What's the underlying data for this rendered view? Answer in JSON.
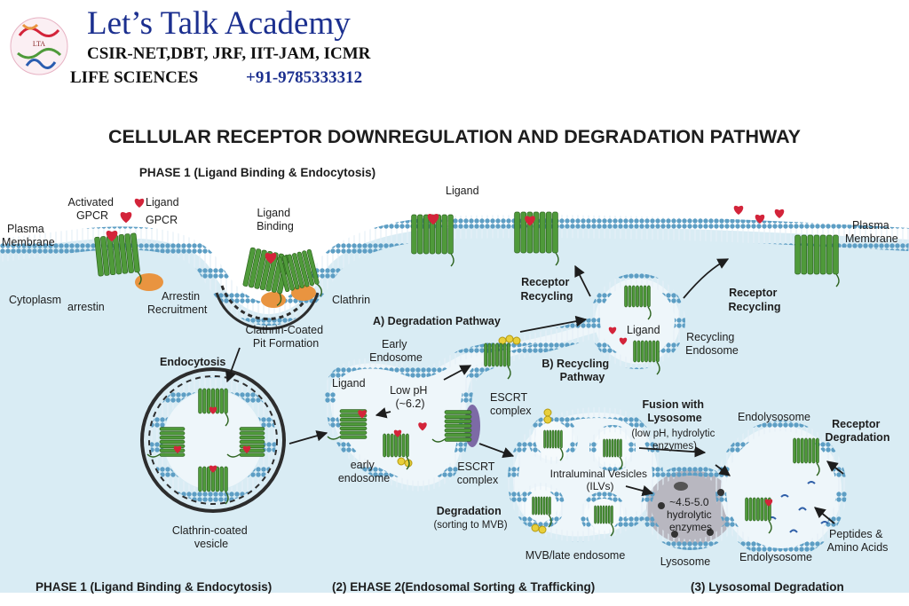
{
  "header": {
    "brand_name": "Let’s Talk Academy",
    "exams": "CSIR-NET,DBT, JRF, IIT-JAM, ICMR",
    "subject": "LIFE SCIENCES",
    "phone": "+91-9785333312",
    "logo_text": "LTA"
  },
  "title": "CELLULAR RECEPTOR DOWNREGULATION AND DEGRADATION PATHWAY",
  "phase1_heading": "PHASE 1 (Ligand Binding & Endocytosis)",
  "labels": {
    "plasma_membrane_left": [
      "Plasma",
      "Membrane"
    ],
    "plasma_membrane_right": [
      "Plasma",
      "Membrane"
    ],
    "cytoplasm": "Cytoplasm",
    "activated_gpcr": [
      "Activated",
      "GPCR"
    ],
    "ligand_top": "Ligand",
    "gpcr": "GPCR",
    "arrestin": "arrestin",
    "arrestin_recruitment": [
      "Arrestin",
      "Recruitment"
    ],
    "ligand_binding": [
      "Ligand",
      "Binding"
    ],
    "clathrin": "Clathrin",
    "clathrin_pit": [
      "Clathrin-Coated",
      "Pit Formation"
    ],
    "ligand_surface": "Ligand",
    "endocytosis": "Endocytosis",
    "clathrin_vesicle": [
      "Clathrin-coated",
      "vesicle"
    ],
    "degradation_pathway": "A) Degradation Pathway",
    "early_endosome_top": [
      "Early",
      "Endosome"
    ],
    "ligand_endosome": "Ligand",
    "low_ph": [
      "Low pH",
      "(~6.2)"
    ],
    "escrt_complex_upper": [
      "ESCRT",
      "complex"
    ],
    "escrt_complex_lower": [
      "ESCRT",
      "complex"
    ],
    "early_endosome_bottom": [
      "early",
      "endosome"
    ],
    "recycling_pathway": [
      "B) Recycling",
      "Pathway"
    ],
    "receptor_recycling_left": [
      "Receptor",
      "Recycling"
    ],
    "receptor_recycling_right": [
      "Receptor",
      "Recycling"
    ],
    "ligand_recycling": "Ligand",
    "recycling_endosome": [
      "Recycling",
      "Endosome"
    ],
    "fusion_with_lysosome": [
      "Fusion with",
      "Lysosome"
    ],
    "fusion_detail": [
      "(low pH, hydrolytic",
      "enzymes)"
    ],
    "endolysosome_top": "Endolysosome",
    "receptor_degradation": [
      "Receptor",
      "Degradation"
    ],
    "ilv": [
      "Intraluminal Vesicles",
      "(ILVs)"
    ],
    "lysosome_ph": [
      "~4.5-5.0",
      "hydrolytic",
      "enzymes"
    ],
    "degradation_sorting": [
      "Degradation",
      "(sorting to MVB)"
    ],
    "mvb": "MVB/late endosome",
    "lysosome": "Lysosome",
    "endolysosome_bottom": "Endolysosome",
    "peptides": [
      "Peptides &",
      "Amino Acids"
    ]
  },
  "footer": {
    "phase1": "PHASE 1 (Ligand Binding & Endocytosis)",
    "phase2": "(2) EHASE 2(Endosomal Sorting & Trafficking)",
    "phase3": "(3) Lysosomal Degradation"
  },
  "colors": {
    "brand_blue": "#1b2f8f",
    "cytoplasm": "#d9ecf4",
    "membrane_head": "#5d9ec4",
    "receptor_green": "#4f9a3a",
    "ligand_red": "#d3243a",
    "arrestin_orange": "#e99440",
    "escrt_purple": "#7d6aa6",
    "lysosome_gray": "#9e9ca6"
  }
}
